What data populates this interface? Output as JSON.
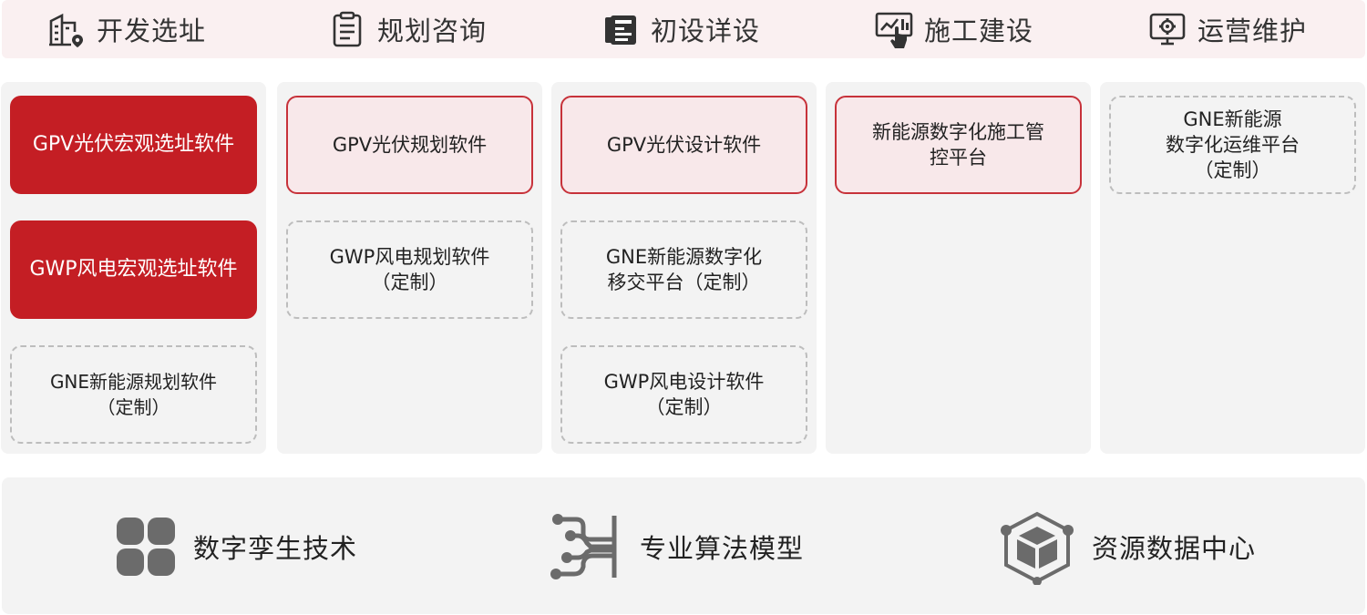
{
  "stages": [
    {
      "label": "开发选址",
      "icon": "building-location-icon"
    },
    {
      "label": "规划咨询",
      "icon": "document-list-icon"
    },
    {
      "label": "初设详设",
      "icon": "blueprint-icon"
    },
    {
      "label": "施工建设",
      "icon": "touch-screen-chart-icon"
    },
    {
      "label": "运营维护",
      "icon": "monitor-gear-icon"
    }
  ],
  "columns": [
    {
      "cards": [
        {
          "text": "GPV光伏宏观选址软件",
          "style": "solid"
        },
        {
          "text": "GWP风电宏观选址软件",
          "style": "solid"
        },
        {
          "text": "GNE新能源规划软件\n（定制）",
          "style": "dashed"
        }
      ]
    },
    {
      "cards": [
        {
          "text": "GPV光伏规划软件",
          "style": "outline"
        },
        {
          "text": "GWP风电规划软件\n（定制）",
          "style": "dashed"
        }
      ]
    },
    {
      "cards": [
        {
          "text": "GPV光伏设计软件",
          "style": "outline"
        },
        {
          "text": "GNE新能源数字化\n移交平台（定制）",
          "style": "dashed"
        },
        {
          "text": "GWP风电设计软件\n（定制）",
          "style": "dashed"
        }
      ]
    },
    {
      "cards": [
        {
          "text": "新能源数字化施工管\n控平台",
          "style": "outline"
        }
      ]
    },
    {
      "cards": [
        {
          "text": "GNE新能源\n数字化运维平台\n（定制）",
          "style": "dashed"
        }
      ]
    }
  ],
  "technologies": [
    {
      "label": "数字孪生技术",
      "icon": "four-blocks-icon"
    },
    {
      "label": "专业算法模型",
      "icon": "network-nodes-icon"
    },
    {
      "label": "资源数据中心",
      "icon": "cube-network-icon"
    }
  ],
  "colors": {
    "accent": "#c41e24",
    "accent_light": "#f8e8ea",
    "panel": "#f3f3f3",
    "header_bg": "#faf0f1",
    "icon_gray": "#6b6b6b"
  }
}
